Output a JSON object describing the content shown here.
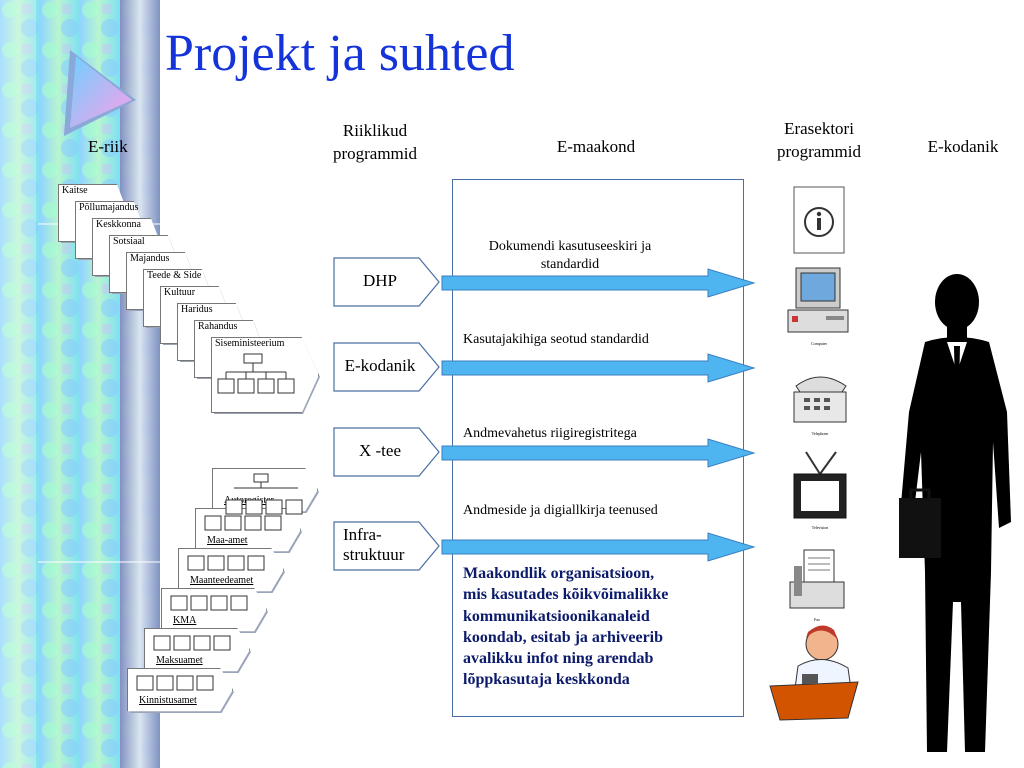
{
  "title": "Projekt ja suhted",
  "headers": {
    "e_riik": "E-riik",
    "riiklikud": "Riiklikud\nprogrammid",
    "e_maakond": "E-maakond",
    "erasektori": "Erasektori\nprogrammid",
    "e_kodanik": "E-kodanik"
  },
  "ministries": [
    "Kaitse",
    "Põllumajandus",
    "Keskkonna",
    "Sotsiaal",
    "Majandus",
    "Teede & Side",
    "Kultuur",
    "Haridus",
    "Rahandus",
    "Siseministeerium"
  ],
  "agencies": [
    "Autoregister",
    "Maa-amet",
    "Maanteedeamet",
    "KMA",
    "Maksuamet",
    "Kinnistusamet"
  ],
  "programs": [
    {
      "label": "DHP",
      "standard": "Dokumendi kasutuseeskiri ja\nstandardid"
    },
    {
      "label": "E-kodanik",
      "standard": "Kasutajakihiga seotud standardid"
    },
    {
      "label": "X -tee",
      "standard": "Andmevahetus riigiregistritega"
    },
    {
      "label": "Infra-\nstruktuur",
      "standard": "Andmeside ja digiallkirja teenused"
    }
  ],
  "maakond_description": "Maakondlik organisatsioon,\nmis kasutades kõikvõimalikke\nkommunikatsioonikanaleid\nkoondab, esitab ja arhiveerib\navalikku infot ning arendab\nlõppkasutaja keskkonda",
  "devices": [
    {
      "icon": "info-icon",
      "caption": ""
    },
    {
      "icon": "computer-icon",
      "caption": "Computer"
    },
    {
      "icon": "telephone-icon",
      "caption": "Telephone"
    },
    {
      "icon": "television-icon",
      "caption": "Television"
    },
    {
      "icon": "fax-icon",
      "caption": "Fax"
    },
    {
      "icon": "phone-operator-icon",
      "caption": ""
    }
  ],
  "colors": {
    "title": "#1433d8",
    "arrow_fill": "#4eb5f0",
    "box_border": "#4a6fa5",
    "description": "#0c1a6b"
  }
}
